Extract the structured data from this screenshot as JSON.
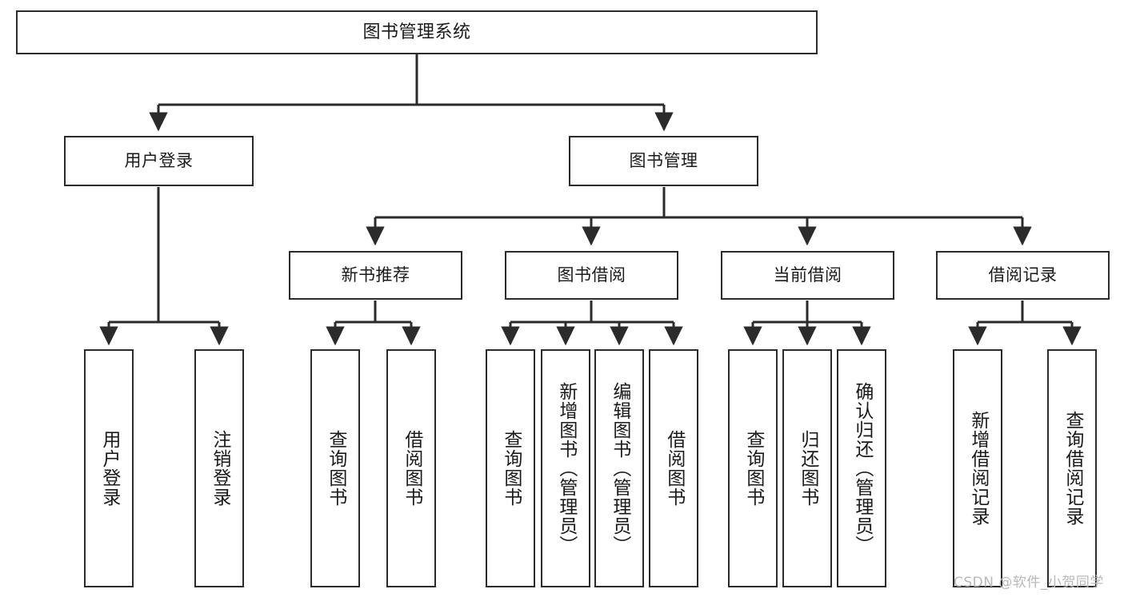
{
  "diagram": {
    "title": "图书管理系统",
    "watermark": "CSDN @软件_小贺同学",
    "colors": {
      "node_border": "#2b2b2b",
      "node_fill": "#ffffff",
      "connector": "#2b2b2b",
      "text": "#1a1a1a",
      "watermark": "#b9b9b9",
      "background": "#ffffff"
    }
  },
  "nodes": {
    "root": {
      "label": "图书管理系统"
    },
    "level1": [
      {
        "label": "用户登录"
      },
      {
        "label": "图书管理"
      }
    ],
    "level2": [
      {
        "label": "新书推荐"
      },
      {
        "label": "图书借阅"
      },
      {
        "label": "当前借阅"
      },
      {
        "label": "借阅记录"
      }
    ],
    "leaves": {
      "user_login": [
        {
          "label": "用户登录"
        },
        {
          "label": "注销登录"
        }
      ],
      "new_book_recommend": [
        {
          "label": "查询图书"
        },
        {
          "label": "借阅图书"
        }
      ],
      "book_borrow": [
        {
          "label": "查询图书"
        },
        {
          "label": "新增图书（管理员）"
        },
        {
          "label": "编辑图书（管理员）"
        },
        {
          "label": "借阅图书"
        }
      ],
      "current_borrow": [
        {
          "label": "查询图书"
        },
        {
          "label": "归还图书"
        },
        {
          "label": "确认归还（管理员）"
        }
      ],
      "borrow_record": [
        {
          "label": "新增借阅记录"
        },
        {
          "label": "查询借阅记录"
        }
      ]
    }
  }
}
